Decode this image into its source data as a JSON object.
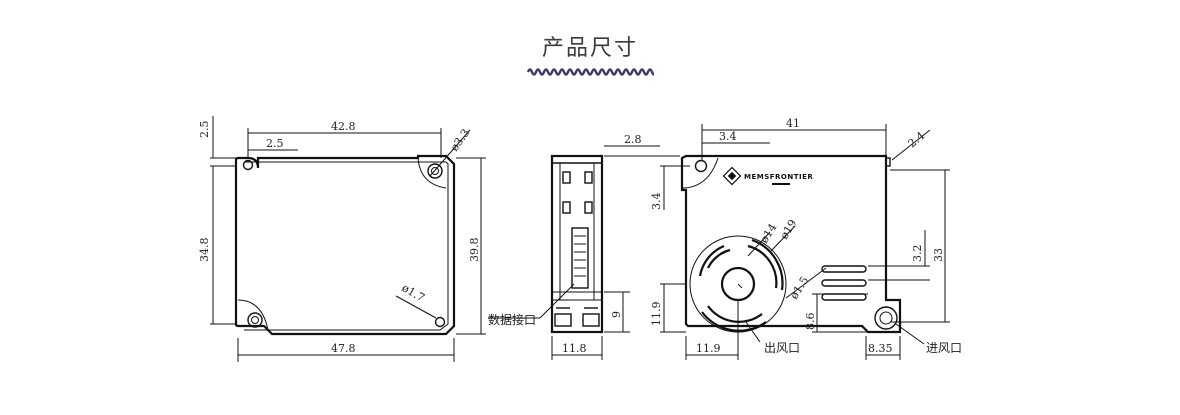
{
  "title": "产品尺寸",
  "colors": {
    "wave": "#3d3d6b",
    "line": "#111111"
  },
  "left_view": {
    "dims": {
      "top_offset": "2.5",
      "width_inner": "42.8",
      "hole_offset": "2.5",
      "hole_dia": "ø3.3",
      "height_left": "34.8",
      "height_right": "39.8",
      "small_hole": "ø1.7",
      "width_total": "47.8"
    }
  },
  "side_view": {
    "dims": {
      "thickness": "2.8",
      "connector_height": "9",
      "width": "11.8"
    },
    "label_connector": "数据接口"
  },
  "right_view": {
    "dims": {
      "offset_x": "3.4",
      "width": "41",
      "corner": "2.4",
      "offset_y": "3.4",
      "outer_dia": "ø19",
      "inner_dia": "ø14",
      "small_dia": "ø1.5",
      "vent_height": "3.2",
      "height": "33",
      "bottom_left_h": "11.9",
      "bottom_right_h": "8.6",
      "bottom_left_w": "11.9",
      "bottom_right_w": "8.35"
    },
    "label_outlet": "出风口",
    "label_inlet": "进风口",
    "logo_text": "MEMSFRONTIER"
  }
}
